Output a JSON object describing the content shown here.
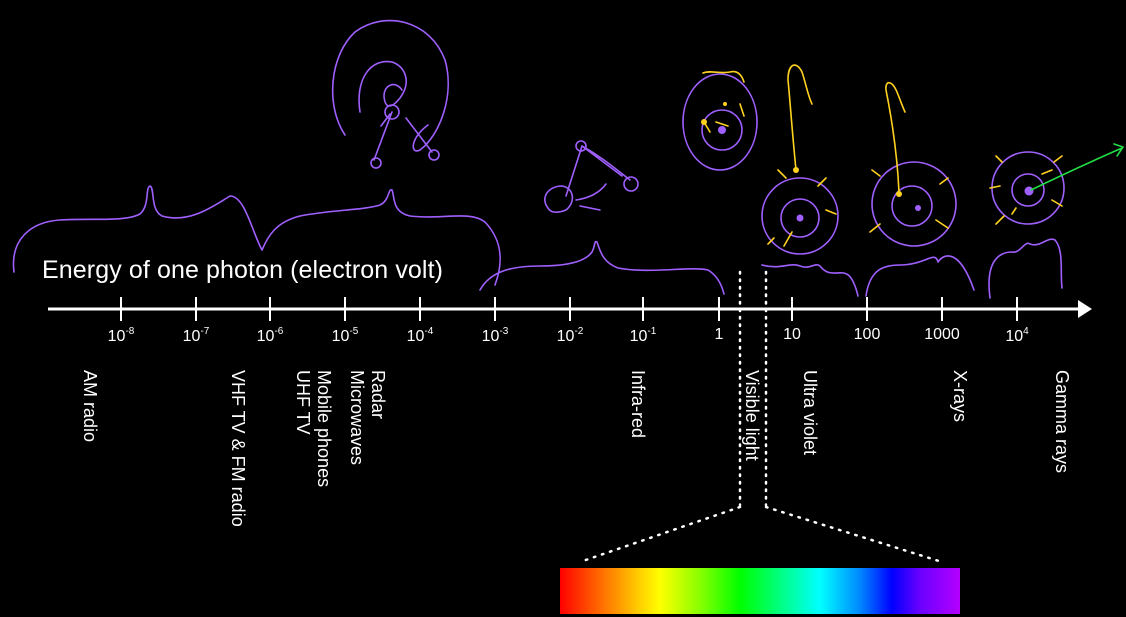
{
  "axis": {
    "title": "Energy of one photon (electron volt)",
    "ticks": [
      {
        "base": "10",
        "exp": "-8"
      },
      {
        "base": "10",
        "exp": "-7"
      },
      {
        "base": "10",
        "exp": "-6"
      },
      {
        "base": "10",
        "exp": "-5"
      },
      {
        "base": "10",
        "exp": "-4"
      },
      {
        "base": "10",
        "exp": "-3"
      },
      {
        "base": "10",
        "exp": "-2"
      },
      {
        "base": "10",
        "exp": "-1"
      },
      {
        "base": "1",
        "exp": ""
      },
      {
        "base": "10",
        "exp": ""
      },
      {
        "base": "100",
        "exp": ""
      },
      {
        "base": "1000",
        "exp": ""
      },
      {
        "base": "10",
        "exp": "4"
      }
    ]
  },
  "bands": {
    "am_radio": [
      "AM radio"
    ],
    "vhf_fm": [
      "VHF TV & FM radio"
    ],
    "uhf_mobile": [
      "Mobile phones",
      "UHF TV"
    ],
    "radar_micro": [
      "Radar",
      "Microwaves"
    ],
    "infrared": [
      "Infra-red"
    ],
    "visible": [
      "Visible light"
    ],
    "ultraviolet": [
      "Ultra violet"
    ],
    "xrays": [
      "X-rays"
    ],
    "gamma": [
      "Gamma rays"
    ]
  },
  "colors": {
    "background": "#000000",
    "axis": "#ffffff",
    "annotation_purple": "#a060ff",
    "annotation_yellow": "#ffd21f",
    "annotation_green": "#22dd44"
  }
}
